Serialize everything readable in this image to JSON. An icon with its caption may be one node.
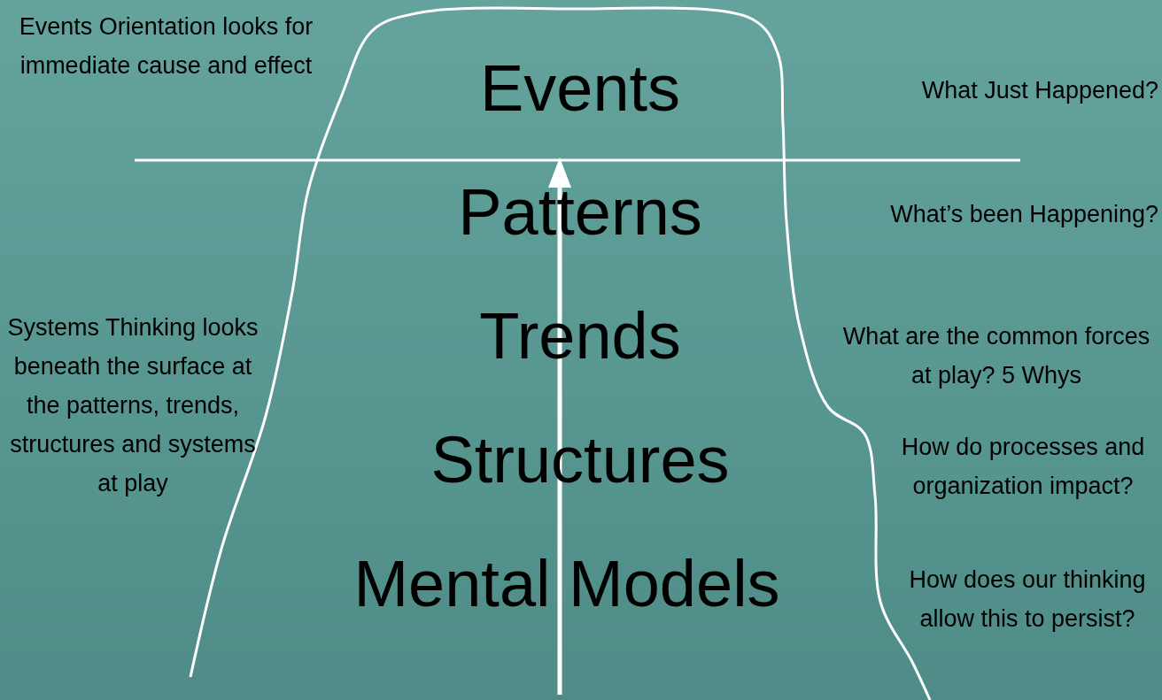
{
  "diagram": {
    "labels": [
      "Events Orientation looks for immediate cause and effect",
      "Events",
      "What Just Happened?",
      "Patterns",
      "What’s been Happening?",
      "Systems Thinking looks beneath the surface at the patterns, trends, structures and systems at play",
      "Trends",
      "What are the common forces at play? 5 Whys",
      "Structures",
      "How do processes and organization impact?",
      "Mental Models",
      "How does our thinking allow this to persist?"
    ]
  }
}
